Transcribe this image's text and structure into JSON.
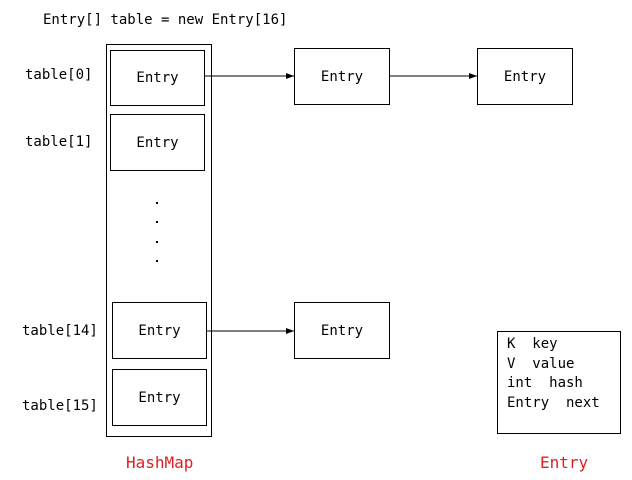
{
  "declaration": "Entry[] table = new Entry[16]",
  "index_labels": [
    "table[0]",
    "table[1]",
    "table[14]",
    "table[15]"
  ],
  "entry_label": "Entry",
  "container_caption": "HashMap",
  "entry_fields": [
    "K  key",
    "V  value",
    "int  hash",
    "Entry  next"
  ],
  "entry_caption": "Entry",
  "colors": {
    "caption": "#e02020",
    "line": "#000000"
  }
}
